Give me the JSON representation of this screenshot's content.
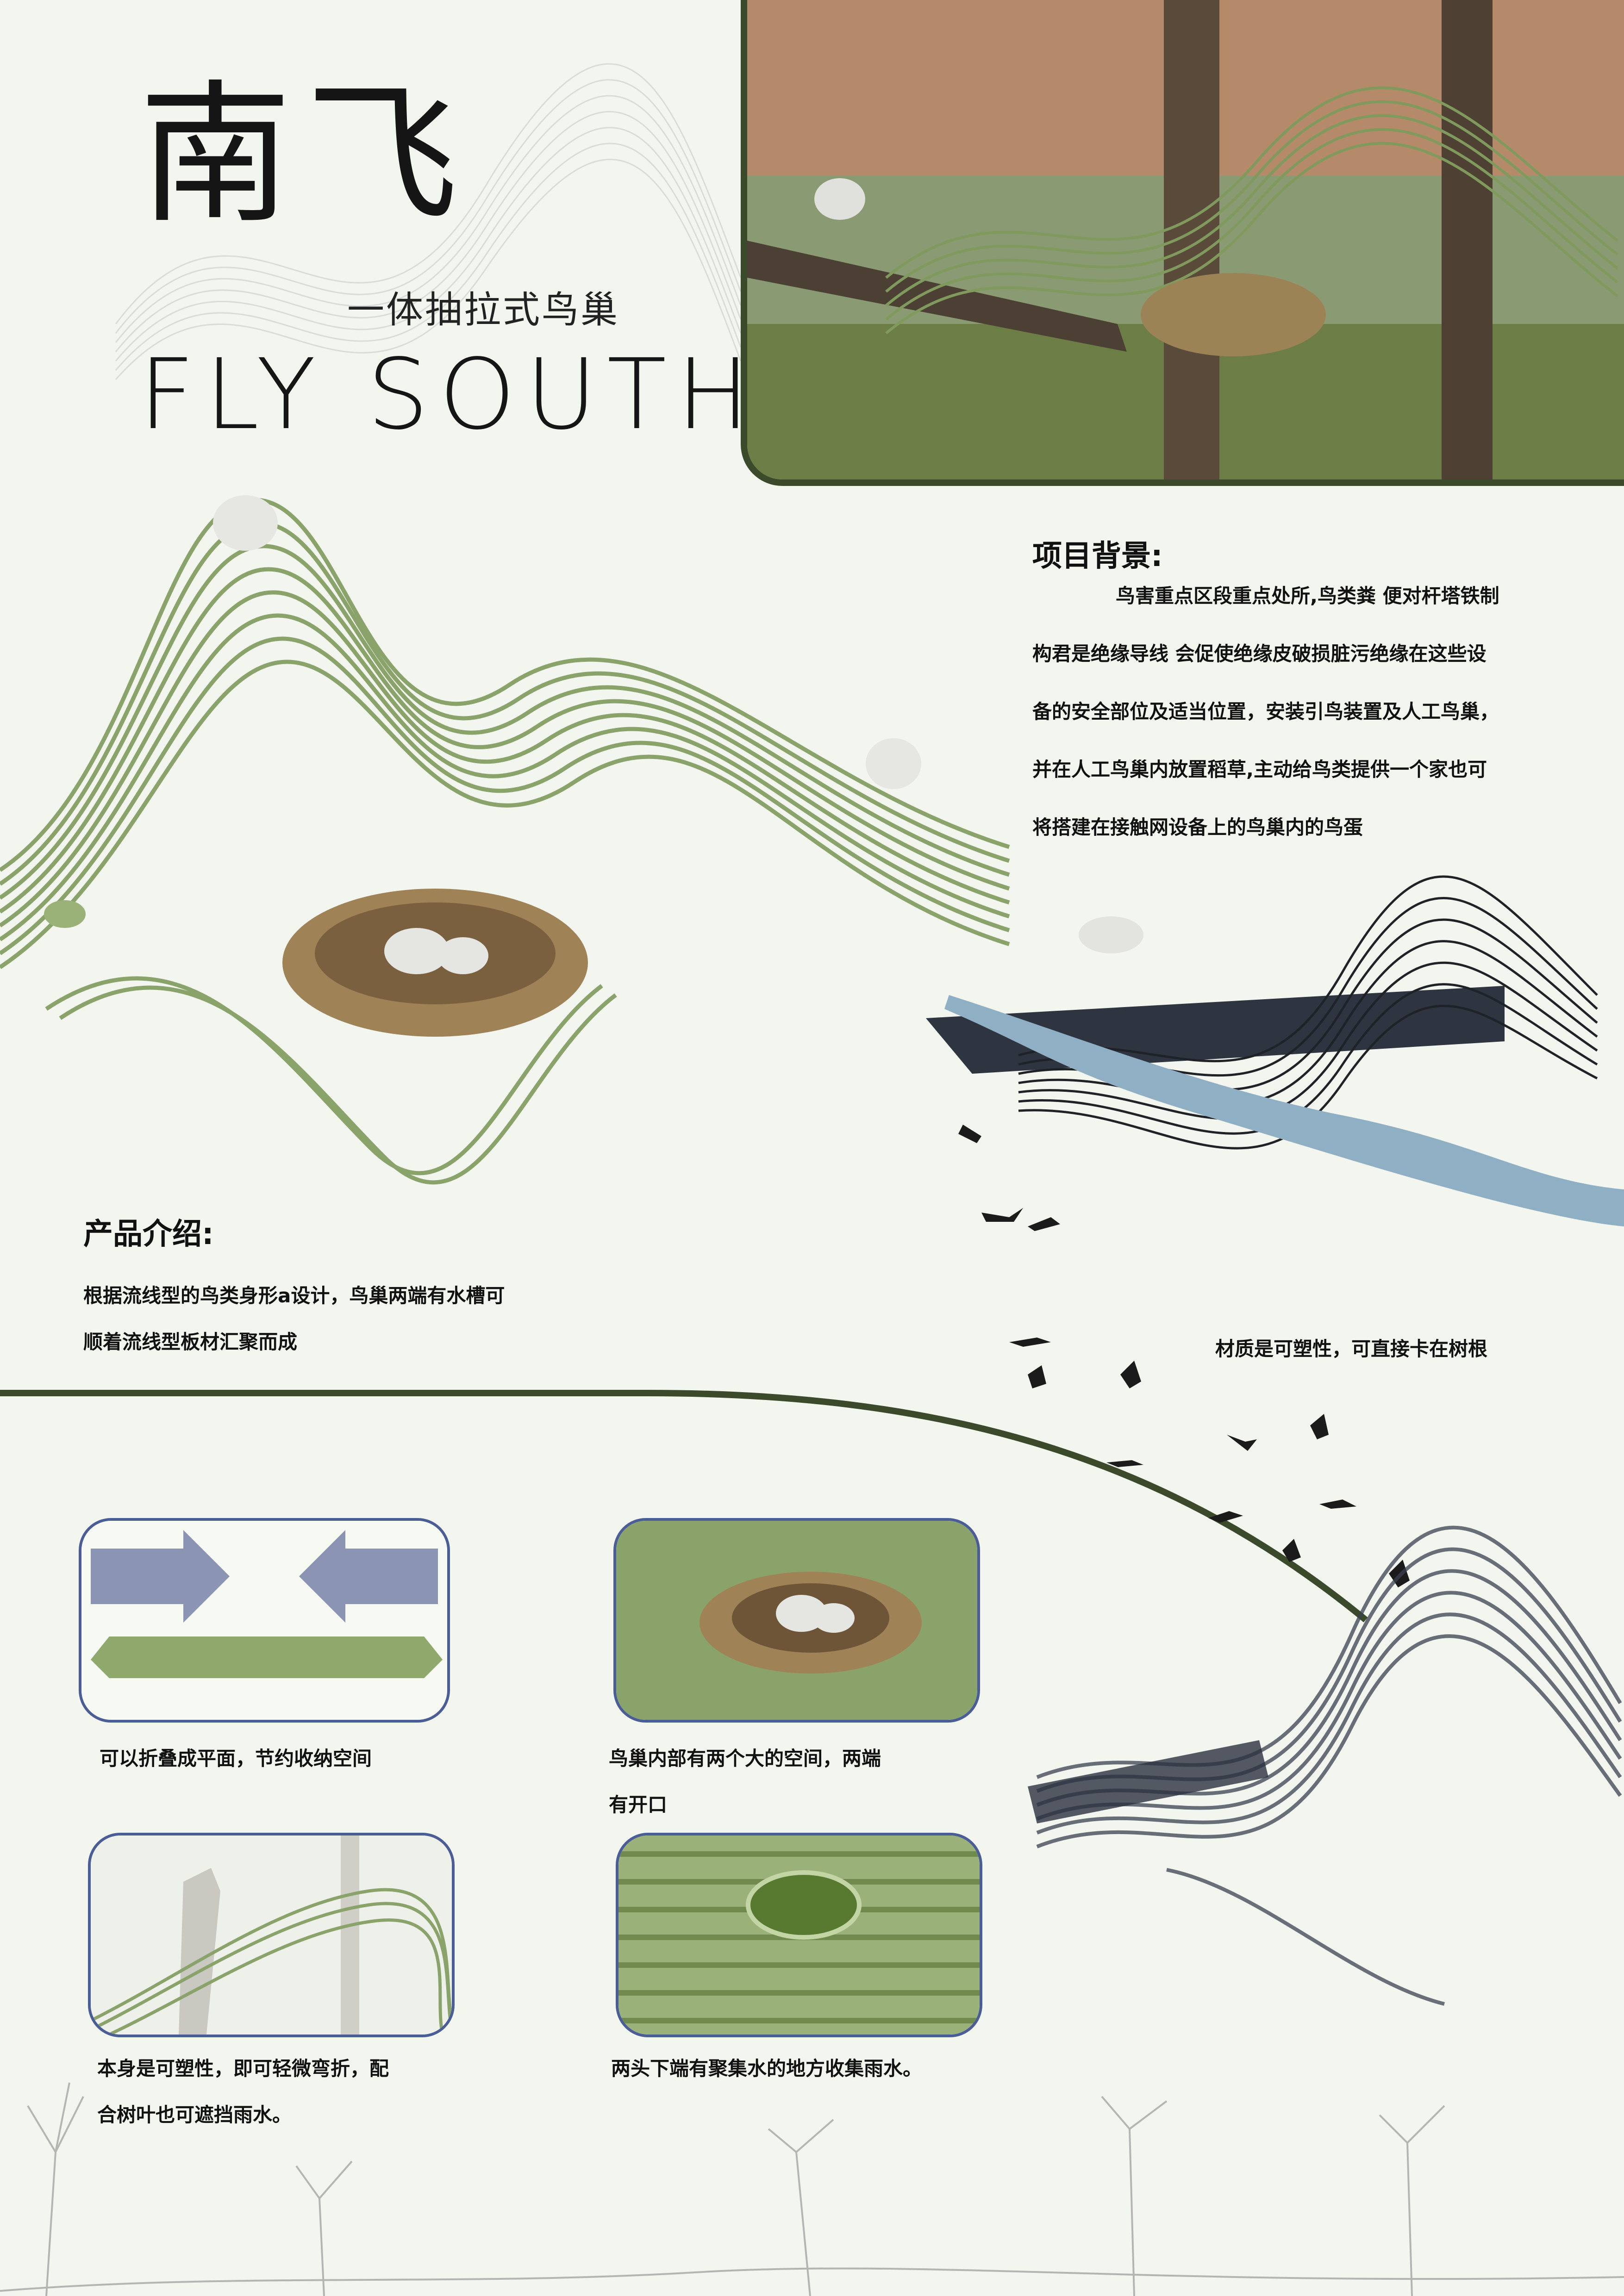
{
  "title": {
    "chinese": "南飞",
    "subtitle": "一体抽拉式鸟巢",
    "english": "FLY SOUTH"
  },
  "background_section": {
    "heading": "项目背景:",
    "lines": [
      "鸟害重点区段重点处所,鸟类粪 便对杆塔铁制",
      "构君是绝缘导线 会促使绝缘皮破损脏污绝缘在这些设",
      "备的安全部位及适当位置，安装引鸟装置及人工鸟巢，",
      "并在人工鸟巢内放置稻草,主动给鸟类提供一个家也可",
      "将搭建在接触网设备上的鸟巢内的鸟蛋"
    ]
  },
  "product_section": {
    "heading": "产品介绍:",
    "lines": [
      "根据流线型的鸟类身形a设计，鸟巢两端有水槽可",
      "顺着流线型板材汇聚而成"
    ]
  },
  "material_caption": "材质是可塑性，可直接卡在树根",
  "details": [
    {
      "lines": [
        "可以折叠成平面，节约收纳空间"
      ]
    },
    {
      "lines": [
        "鸟巢内部有两个大的空间，两端",
        "有开口"
      ]
    },
    {
      "lines": [
        "本身是可塑性，即可轻微弯折，配",
        "合树叶也可遮挡雨水。"
      ]
    },
    {
      "lines": [
        "两头下端有聚集水的地方收集雨水。"
      ]
    }
  ],
  "colors": {
    "background": "#f3f6ee",
    "accent_green": "#8aa36a",
    "dark_green": "#3a4a2a",
    "panel_border": "#4a5d96"
  }
}
